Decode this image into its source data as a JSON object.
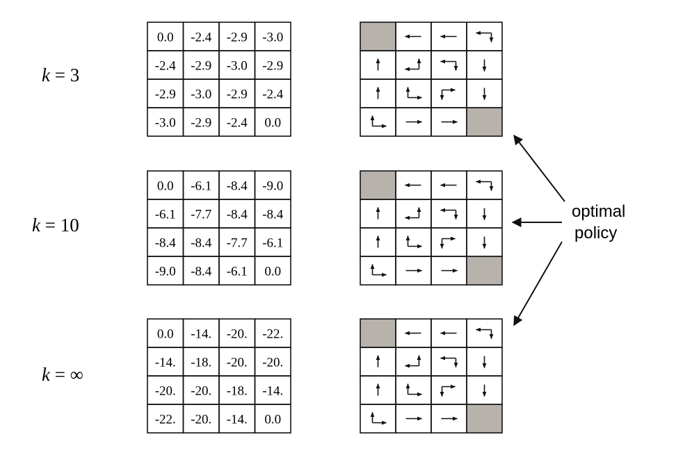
{
  "annotation": {
    "line1": "optimal",
    "line2": "policy"
  },
  "colors": {
    "terminal": "#b8b2ad",
    "line": "#111111"
  },
  "rows": [
    {
      "k_symbol": "k",
      "k_rest": " = 3",
      "values": [
        [
          "0.0",
          "-2.4",
          "-2.9",
          "-3.0"
        ],
        [
          "-2.4",
          "-2.9",
          "-3.0",
          "-2.9"
        ],
        [
          "-2.9",
          "-3.0",
          "-2.9",
          "-2.4"
        ],
        [
          "-3.0",
          "-2.9",
          "-2.4",
          "0.0"
        ]
      ]
    },
    {
      "k_symbol": "k",
      "k_rest": " = 10",
      "values": [
        [
          "0.0",
          "-6.1",
          "-8.4",
          "-9.0"
        ],
        [
          "-6.1",
          "-7.7",
          "-8.4",
          "-8.4"
        ],
        [
          "-8.4",
          "-8.4",
          "-7.7",
          "-6.1"
        ],
        [
          "-9.0",
          "-8.4",
          "-6.1",
          "0.0"
        ]
      ]
    },
    {
      "k_symbol": "k",
      "k_rest": " = ∞",
      "values": [
        [
          "0.0",
          "-14.",
          "-20.",
          "-22."
        ],
        [
          "-14.",
          "-18.",
          "-20.",
          "-20."
        ],
        [
          "-20.",
          "-20.",
          "-18.",
          "-14."
        ],
        [
          "-22.",
          "-20.",
          "-14.",
          "0.0"
        ]
      ]
    }
  ],
  "policy": [
    [
      [
        "T"
      ],
      [
        "L"
      ],
      [
        "L"
      ],
      [
        "L",
        "D"
      ]
    ],
    [
      [
        "U"
      ],
      [
        "U",
        "L"
      ],
      [
        "L",
        "D"
      ],
      [
        "D"
      ]
    ],
    [
      [
        "U"
      ],
      [
        "U",
        "R"
      ],
      [
        "R",
        "D"
      ],
      [
        "D"
      ]
    ],
    [
      [
        "U",
        "R"
      ],
      [
        "R"
      ],
      [
        "R"
      ],
      [
        "T"
      ]
    ]
  ]
}
